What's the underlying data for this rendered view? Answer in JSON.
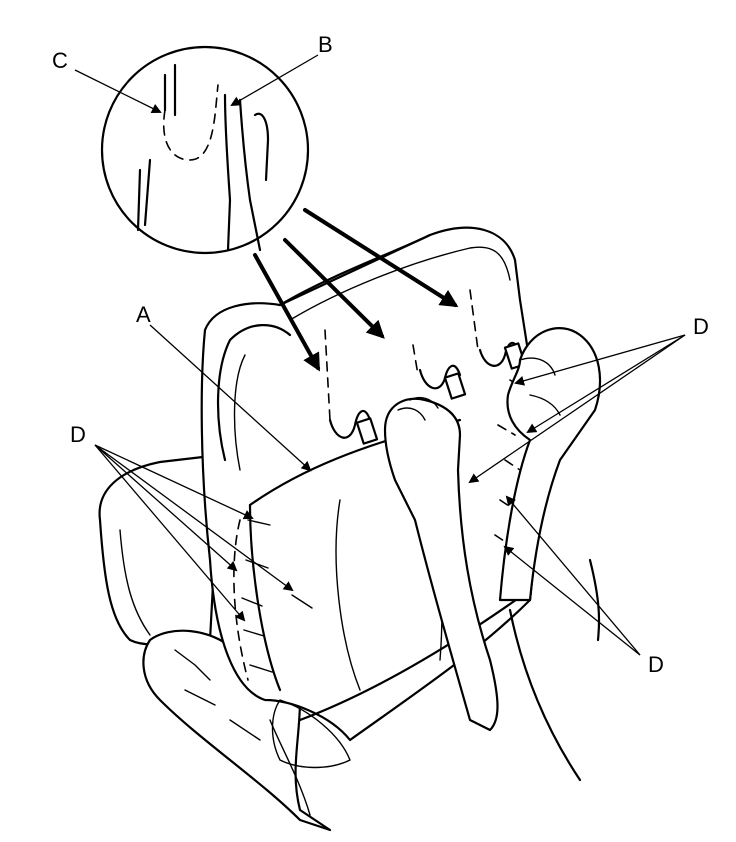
{
  "callouts": {
    "A": "A",
    "B": "B",
    "C": "C",
    "D_left": "D",
    "D_right_top": "D",
    "D_right_bottom": "D"
  }
}
